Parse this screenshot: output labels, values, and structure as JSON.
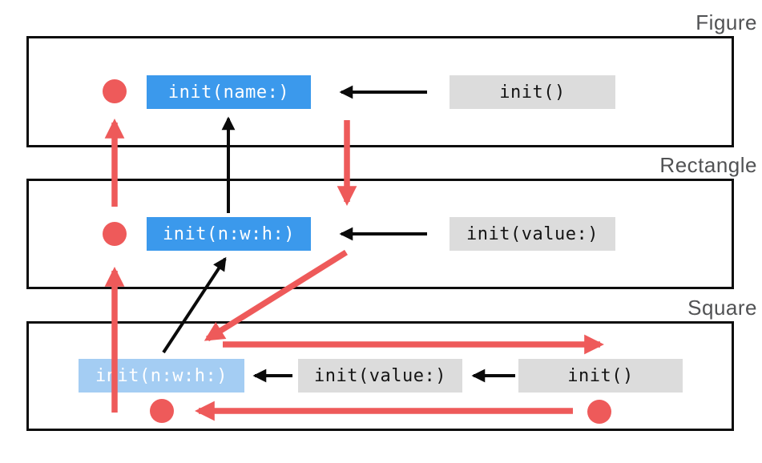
{
  "classes": [
    {
      "label": "Figure",
      "designated_init": "init(name:)",
      "convenience_init": "init()"
    },
    {
      "label": "Rectangle",
      "designated_init": "init(n:w:h:)",
      "convenience_init": "init(value:)"
    },
    {
      "label": "Square",
      "inherited_init": "init(n:w:h:)",
      "convenience_init_1": "init(value:)",
      "convenience_init_2": "init()"
    }
  ],
  "colors": {
    "designated_blue": "#3b99ec",
    "inherited_blue": "#a4cdf3",
    "convenience_gray": "#dcdcdc",
    "flow_red": "#ee5a5a",
    "arrow_black": "#0b0b0b",
    "border_black": "#0d0d0d",
    "label_gray": "#515254"
  }
}
